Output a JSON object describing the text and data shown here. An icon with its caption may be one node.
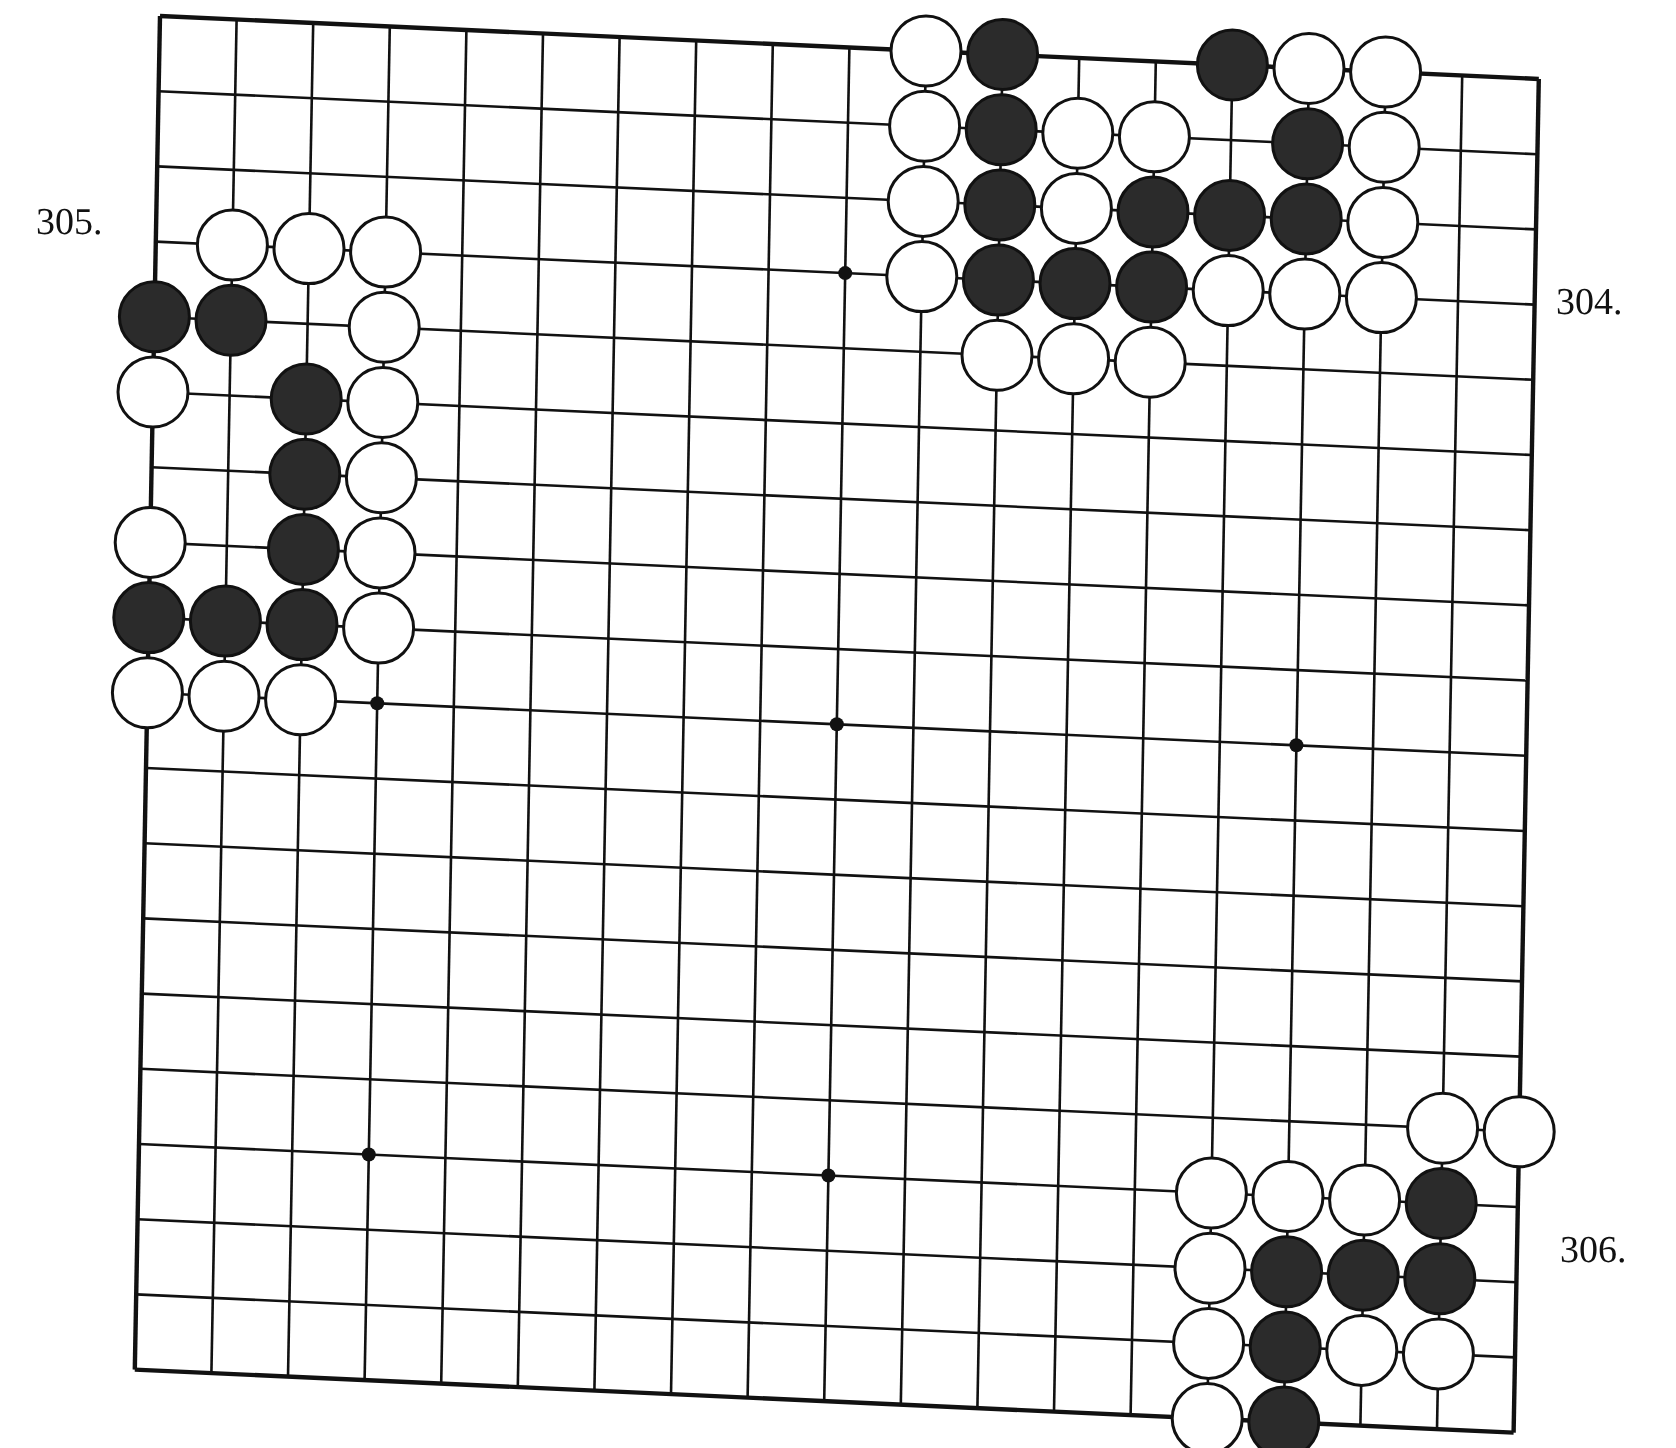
{
  "diagram": {
    "labels": [
      "305.",
      "304.",
      "306."
    ]
  }
}
